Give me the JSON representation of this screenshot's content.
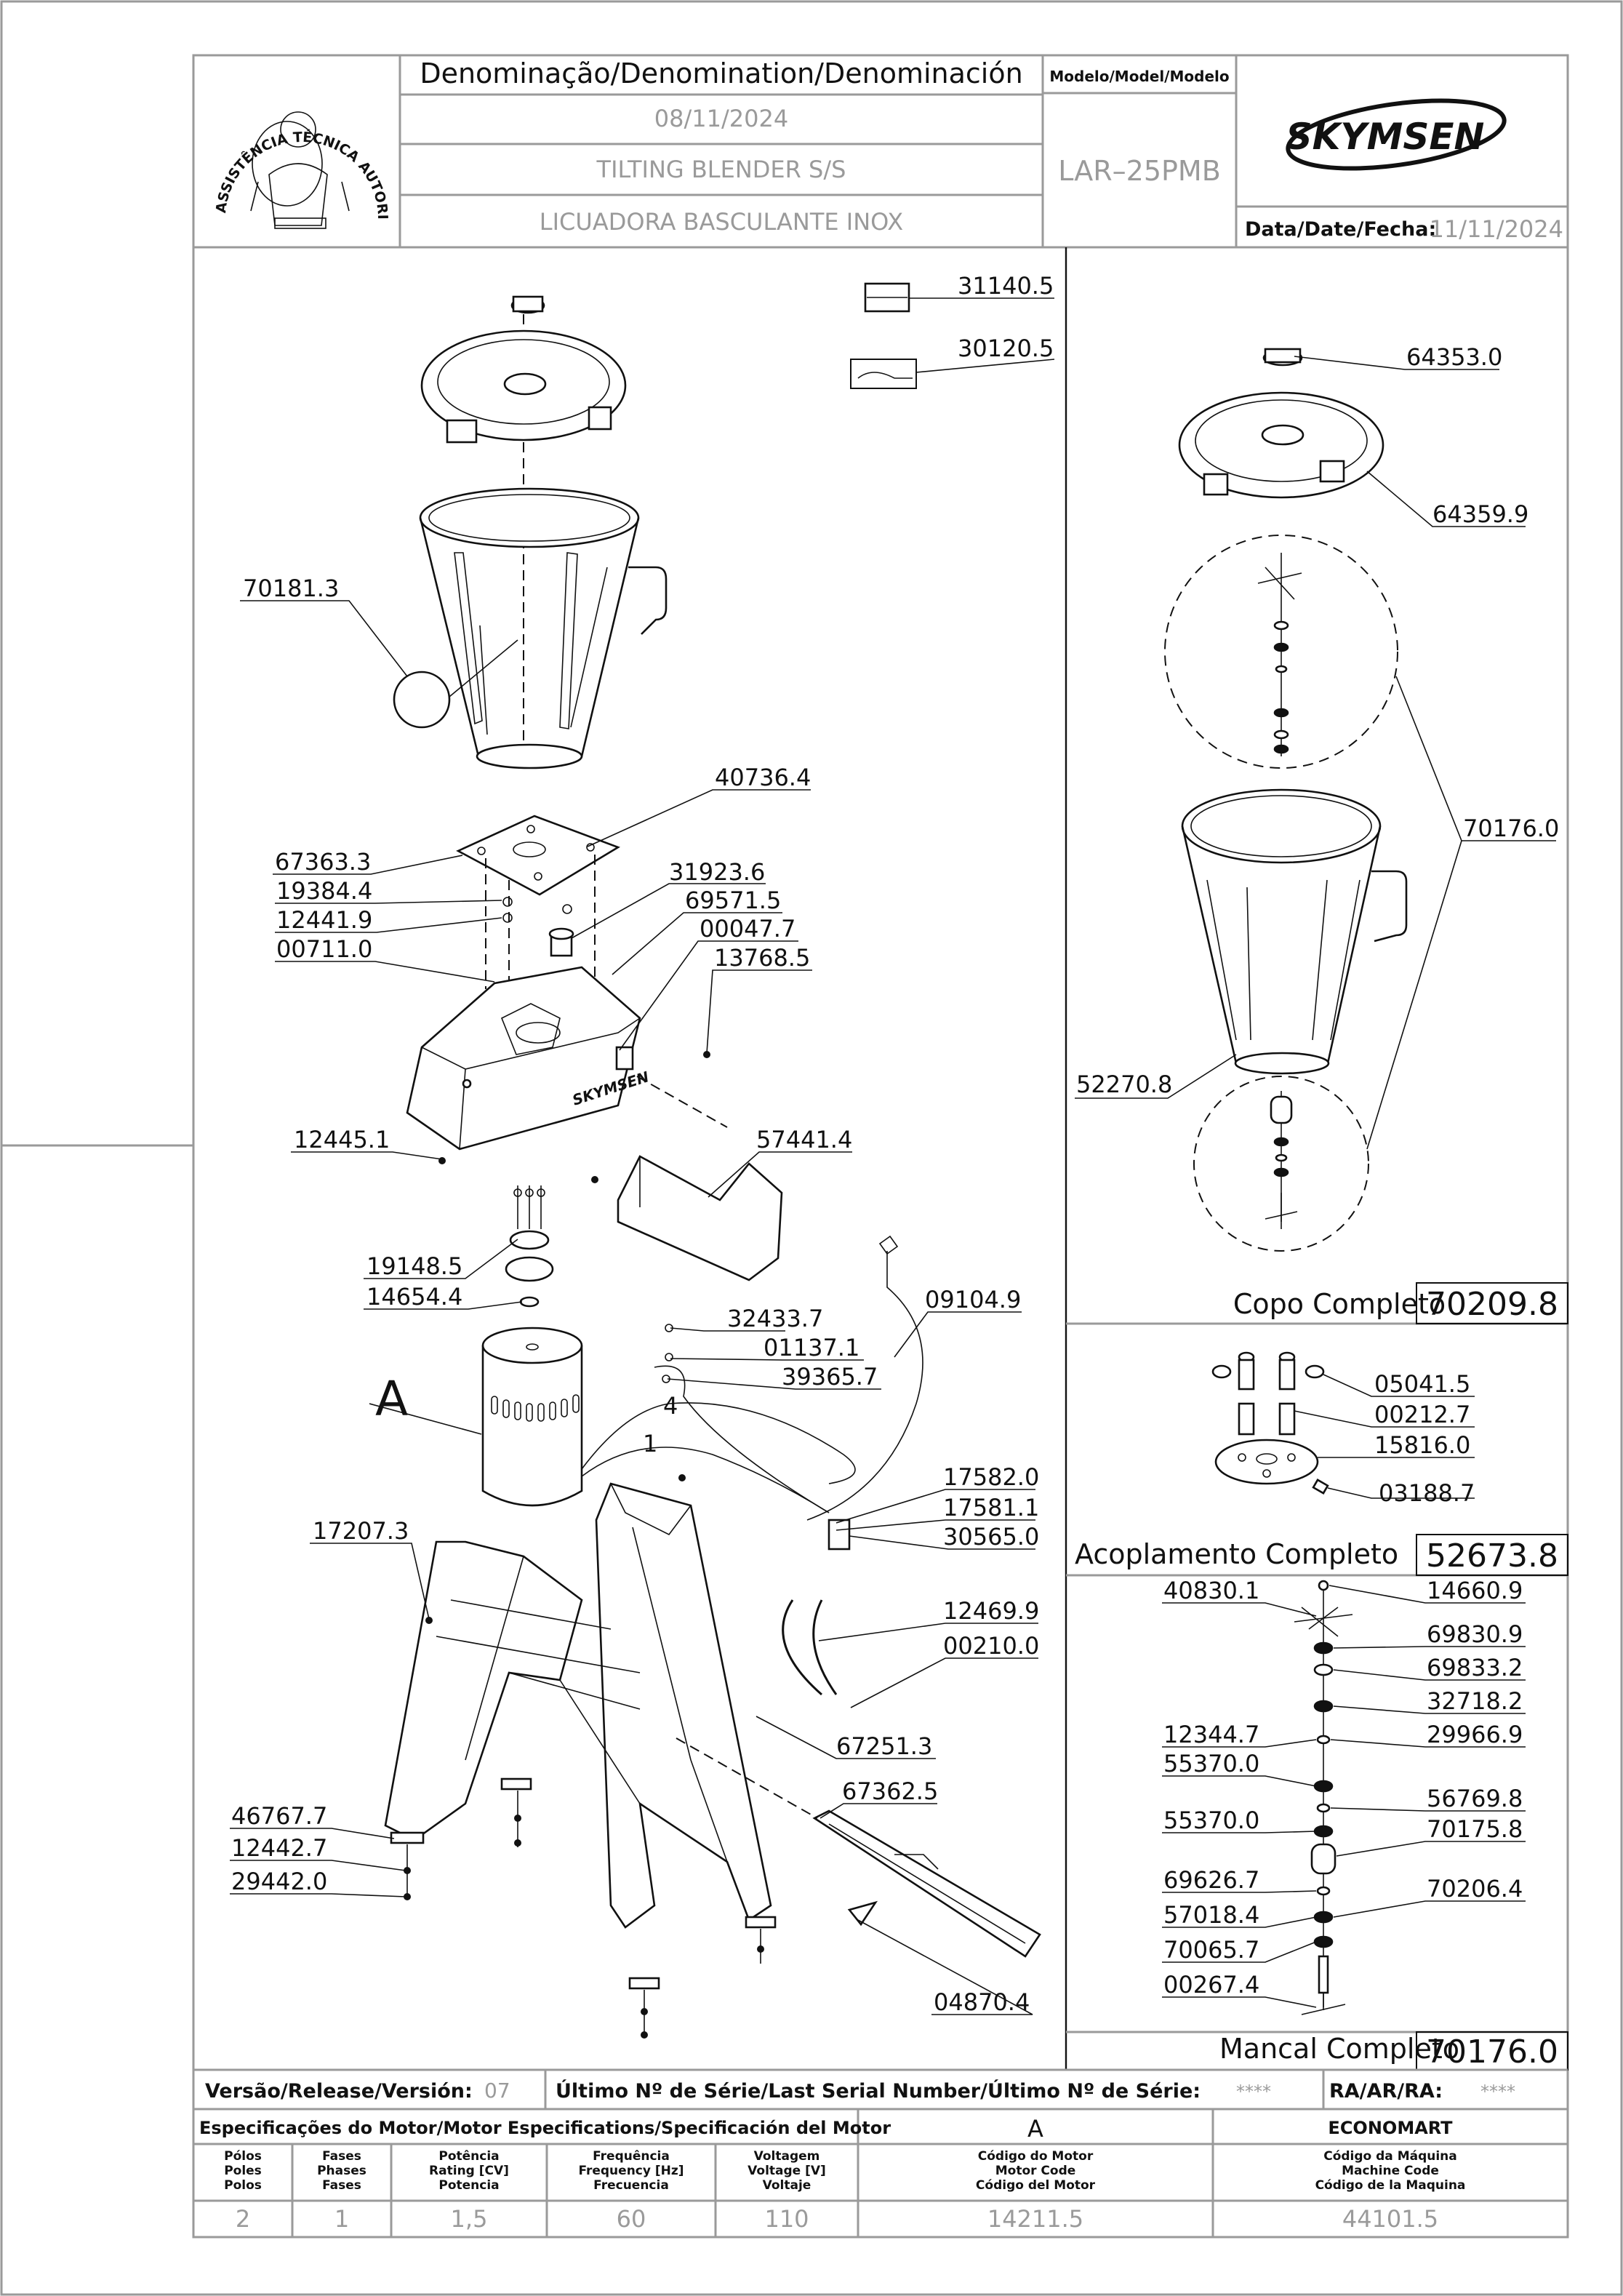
{
  "header": {
    "denomination_label": "Denominação/Denomination/Denominación",
    "date": "08/11/2024",
    "name_en": "TILTING BLENDER S/S",
    "name_es": "LICUADORA BASCULANTE INOX",
    "model_label": "Modelo/Model/Modelo",
    "model_value": "LAR–25PMB",
    "brand": "SKYMSEN",
    "date_label": "Data/Date/Fecha:",
    "date_value": "11/11/2024",
    "seal_text": "ASSISTÊNCIA TÉCNICA AUTORIZADA"
  },
  "main_parts": [
    "31140.5",
    "30120.5",
    "70181.3",
    "40736.4",
    "67363.3",
    "19384.4",
    "12441.9",
    "00711.0",
    "31923.6",
    "69571.5",
    "00047.7",
    "13768.5",
    "12445.1",
    "57441.4",
    "19148.5",
    "14654.4",
    "32433.7",
    "01137.1",
    "39365.7",
    "09104.9",
    "17582.0",
    "17581.1",
    "30565.0",
    "17207.3",
    "12469.9",
    "00210.0",
    "67251.3",
    "67362.5",
    "46767.7",
    "12442.7",
    "29442.0",
    "04870.4"
  ],
  "callout_A": "A",
  "wire_labels": [
    "4",
    "1"
  ],
  "copo": {
    "parts": [
      "64353.0",
      "64359.9",
      "70176.0",
      "52270.8"
    ],
    "title": "Copo  Completo",
    "code": "70209.8"
  },
  "acoplamento": {
    "parts": [
      "05041.5",
      "00212.7",
      "15816.0",
      "03188.7"
    ],
    "title": "Acoplamento Completo",
    "code": "52673.8"
  },
  "mancal": {
    "parts_left": [
      "40830.1",
      "12344.7",
      "55370.0",
      "55370.0",
      "69626.7",
      "57018.4",
      "70065.7",
      "00267.4"
    ],
    "parts_right": [
      "14660.9",
      "69830.9",
      "69833.2",
      "32718.2",
      "29966.9",
      "56769.8",
      "70175.8",
      "70206.4"
    ],
    "title": "Mancal  Completo",
    "code": "70176.0"
  },
  "release": {
    "label": "Versão/Release/Versión:",
    "value": "07",
    "serial_label": "Último Nº de Série/Last Serial Number/Último Nº de Série:",
    "serial_value": "****",
    "ra_label": "RA/AR/RA:",
    "ra_value": "****"
  },
  "motor": {
    "spec_label": "Especificações do Motor/Motor Especifications/Specificación del Motor",
    "type": "A",
    "brand": "ECONOMART",
    "columns": [
      {
        "h1": "Pólos",
        "h2": "Poles",
        "h3": "Polos",
        "value": "2"
      },
      {
        "h1": "Fases",
        "h2": "Phases",
        "h3": "Fases",
        "value": "1"
      },
      {
        "h1": "Potência",
        "h2": "Rating [CV]",
        "h3": "Potencia",
        "value": "1,5"
      },
      {
        "h1": "Frequência",
        "h2": "Frequency [Hz]",
        "h3": "Frecuencia",
        "value": "60"
      },
      {
        "h1": "Voltagem",
        "h2": "Voltage [V]",
        "h3": "Voltaje",
        "value": "110"
      },
      {
        "h1": "Código do Motor",
        "h2": "Motor Code",
        "h3": "Código del Motor",
        "value": "14211.5"
      },
      {
        "h1": "Código da Máquina",
        "h2": "Machine Code",
        "h3": "Código de la Maquina",
        "value": "44101.5"
      }
    ]
  }
}
